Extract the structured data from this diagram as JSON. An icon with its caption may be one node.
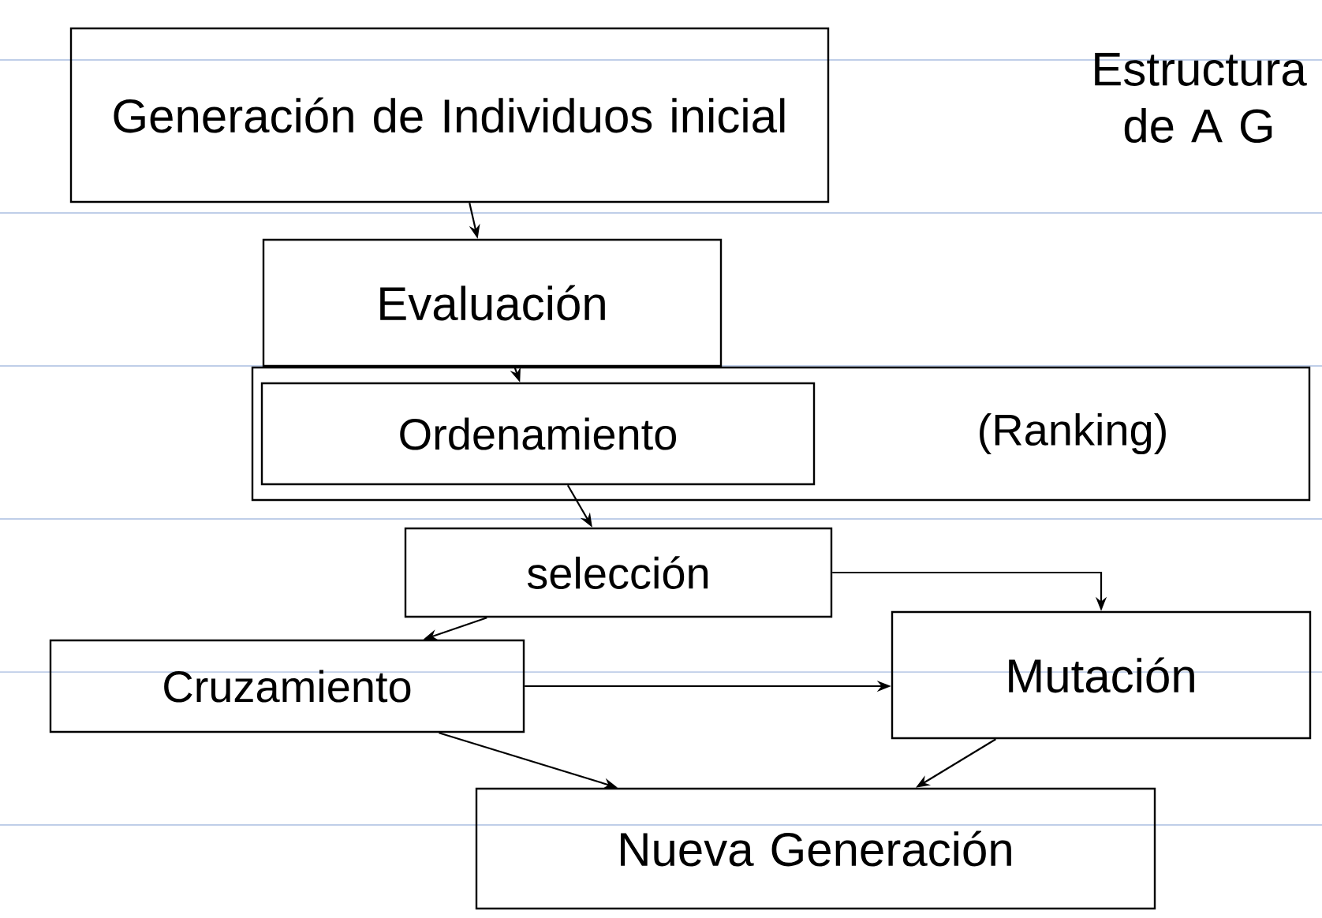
{
  "diagram": {
    "title": "Estructura de A G",
    "nodes": [
      {
        "text": [
          "Generación de Individuos inicial"
        ]
      },
      {
        "text": [
          "Evaluación"
        ]
      },
      {
        "text": [
          "(Ranking)"
        ]
      },
      {
        "text": [
          "Ordenamiento"
        ],
        "in": 2
      },
      {
        "text": [
          "selección"
        ]
      },
      {
        "text": [
          "Cruzamiento"
        ]
      },
      {
        "text": [
          "Mutación"
        ]
      },
      {
        "text": [
          "Nueva Generación"
        ]
      }
    ],
    "edges": [
      {
        "from": 0,
        "to": 1,
        "arrow": "to"
      },
      {
        "from": 1,
        "to": 3,
        "arrow": "to"
      },
      {
        "from": 3,
        "to": 4,
        "arrow": "to"
      },
      {
        "from": 4,
        "to": 6,
        "arrow": "to"
      },
      {
        "from": 4,
        "to": 5,
        "arrow": "to"
      },
      {
        "from": 5,
        "to": 6,
        "arrow": "to"
      },
      {
        "from": 5,
        "to": 7,
        "arrow": "to"
      },
      {
        "from": 6,
        "to": 7,
        "arrow": "to"
      }
    ]
  }
}
